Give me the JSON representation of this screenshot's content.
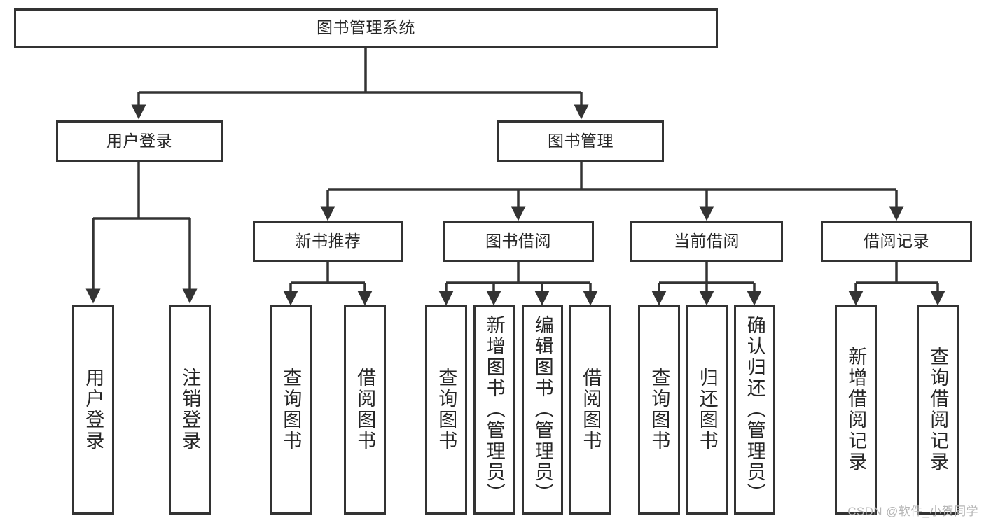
{
  "diagram": {
    "type": "tree-hierarchy",
    "title": "图书管理系统",
    "watermark": "CSDN @软件_小贺同学",
    "colors": {
      "border": "#333333",
      "background": "#ffffff",
      "text": "#262626",
      "connector": "#333333",
      "watermark": "#b6b6b6"
    },
    "nodes": {
      "root": {
        "label": "图书管理系统",
        "level": 0,
        "orientation": "horizontal"
      },
      "user_login": {
        "label": "用户登录",
        "level": 1,
        "orientation": "horizontal"
      },
      "book_manage": {
        "label": "图书管理",
        "level": 1,
        "orientation": "horizontal"
      },
      "new_book_rec": {
        "label": "新书推荐",
        "level": 2,
        "orientation": "horizontal"
      },
      "book_borrow": {
        "label": "图书借阅",
        "level": 2,
        "orientation": "horizontal"
      },
      "current_borrow": {
        "label": "当前借阅",
        "level": 2,
        "orientation": "horizontal"
      },
      "borrow_record": {
        "label": "借阅记录",
        "level": 2,
        "orientation": "horizontal"
      },
      "leaf_user_login": {
        "label": "用户登录",
        "level": 2,
        "orientation": "vertical"
      },
      "leaf_logout": {
        "label": "注销登录",
        "level": 2,
        "orientation": "vertical"
      },
      "leaf_query_book_1": {
        "label": "查询图书",
        "level": 3,
        "orientation": "vertical"
      },
      "leaf_borrow_book_1": {
        "label": "借阅图书",
        "level": 3,
        "orientation": "vertical"
      },
      "leaf_query_book_2": {
        "label": "查询图书",
        "level": 3,
        "orientation": "vertical"
      },
      "leaf_add_book": {
        "label": "新增图书（管理员）",
        "level": 3,
        "orientation": "vertical"
      },
      "leaf_edit_book": {
        "label": "编辑图书（管理员）",
        "level": 3,
        "orientation": "vertical"
      },
      "leaf_borrow_book_2": {
        "label": "借阅图书",
        "level": 3,
        "orientation": "vertical"
      },
      "leaf_query_book_3": {
        "label": "查询图书",
        "level": 3,
        "orientation": "vertical"
      },
      "leaf_return_book": {
        "label": "归还图书",
        "level": 3,
        "orientation": "vertical"
      },
      "leaf_confirm_return": {
        "label": "确认归还（管理员）",
        "level": 3,
        "orientation": "vertical"
      },
      "leaf_add_record": {
        "label": "新增借阅记录",
        "level": 3,
        "orientation": "vertical"
      },
      "leaf_query_record": {
        "label": "查询借阅记录",
        "level": 3,
        "orientation": "vertical"
      }
    },
    "edges": [
      {
        "from": "root",
        "to": "user_login"
      },
      {
        "from": "root",
        "to": "book_manage"
      },
      {
        "from": "user_login",
        "to": "leaf_user_login"
      },
      {
        "from": "user_login",
        "to": "leaf_logout"
      },
      {
        "from": "book_manage",
        "to": "new_book_rec"
      },
      {
        "from": "book_manage",
        "to": "book_borrow"
      },
      {
        "from": "book_manage",
        "to": "current_borrow"
      },
      {
        "from": "book_manage",
        "to": "borrow_record"
      },
      {
        "from": "new_book_rec",
        "to": "leaf_query_book_1"
      },
      {
        "from": "new_book_rec",
        "to": "leaf_borrow_book_1"
      },
      {
        "from": "book_borrow",
        "to": "leaf_query_book_2"
      },
      {
        "from": "book_borrow",
        "to": "leaf_add_book"
      },
      {
        "from": "book_borrow",
        "to": "leaf_edit_book"
      },
      {
        "from": "book_borrow",
        "to": "leaf_borrow_book_2"
      },
      {
        "from": "current_borrow",
        "to": "leaf_query_book_3"
      },
      {
        "from": "current_borrow",
        "to": "leaf_return_book"
      },
      {
        "from": "current_borrow",
        "to": "leaf_confirm_return"
      },
      {
        "from": "borrow_record",
        "to": "leaf_add_record"
      },
      {
        "from": "borrow_record",
        "to": "leaf_query_record"
      }
    ]
  }
}
